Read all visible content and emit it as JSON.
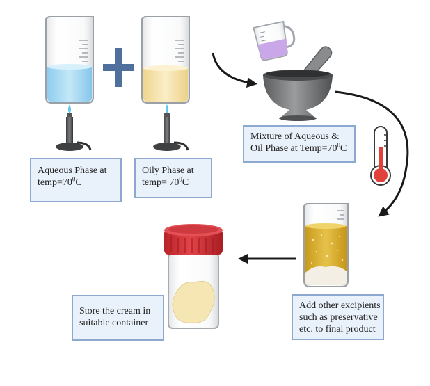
{
  "labels": {
    "aqueous": {
      "line1": "Aqueous Phase at",
      "line2_pre": "temp=70",
      "sup": "0",
      "line2_post": "C"
    },
    "oily": {
      "line1": "Oily Phase at",
      "line2_pre": "temp= 70",
      "sup": "0",
      "line2_post": "C"
    },
    "mixture": {
      "line1": "Mixture of Aqueous &",
      "line2_pre": "Oil Phase at Temp=70",
      "sup": "0",
      "line2_post": "C"
    },
    "store": {
      "line1": "Store the cream in",
      "line2": "suitable container"
    },
    "excipients": {
      "line1": "Add other excipients",
      "line2": "such as preservative",
      "line3": "etc. to final product"
    }
  },
  "icons": [
    "beaker-aqueous-icon",
    "plus-icon",
    "beaker-oily-icon",
    "bunsen-burner-icon",
    "measuring-cup-icon",
    "mortar-pestle-icon",
    "thermometer-icon",
    "beaker-final-icon",
    "cream-jar-icon"
  ],
  "colors": {
    "aqueous_liquid": "#a9dcf2",
    "oily_liquid": "#f7e3a9",
    "purple_liquid": "#c9a7e8",
    "golden_liquid": "#d9ae2c",
    "jar_lid": "#d9343a",
    "cream": "#f6e6b4",
    "plus": "#4f6f9c",
    "label_fill": "#e9f1fb",
    "label_border": "#8ea9cf",
    "mortar": "#6d6e70",
    "thermometer_bulb": "#e0413a"
  }
}
